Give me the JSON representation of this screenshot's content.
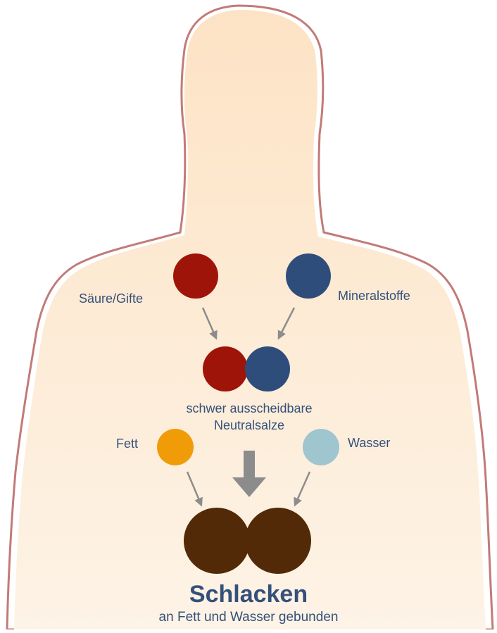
{
  "labels": {
    "acid": "Säure/Gifte",
    "minerals": "Mineralstoffe",
    "neutral_line1": "schwer ausscheidbare",
    "neutral_line2": "Neutralsalze",
    "fat": "Fett",
    "water": "Wasser",
    "title": "Schlacken",
    "subtitle": "an Fett und Wasser gebunden"
  },
  "colors": {
    "skin_top": "#fde3c5",
    "skin_bottom": "#fdf3e6",
    "outline": "#c27b78",
    "acid": "#9e1409",
    "minerals": "#2f4d7a",
    "fat": "#f09c09",
    "water": "#9fc5cf",
    "slag": "#522a07",
    "arrow": "#8c8c8c",
    "text_blue": "#35507a"
  }
}
